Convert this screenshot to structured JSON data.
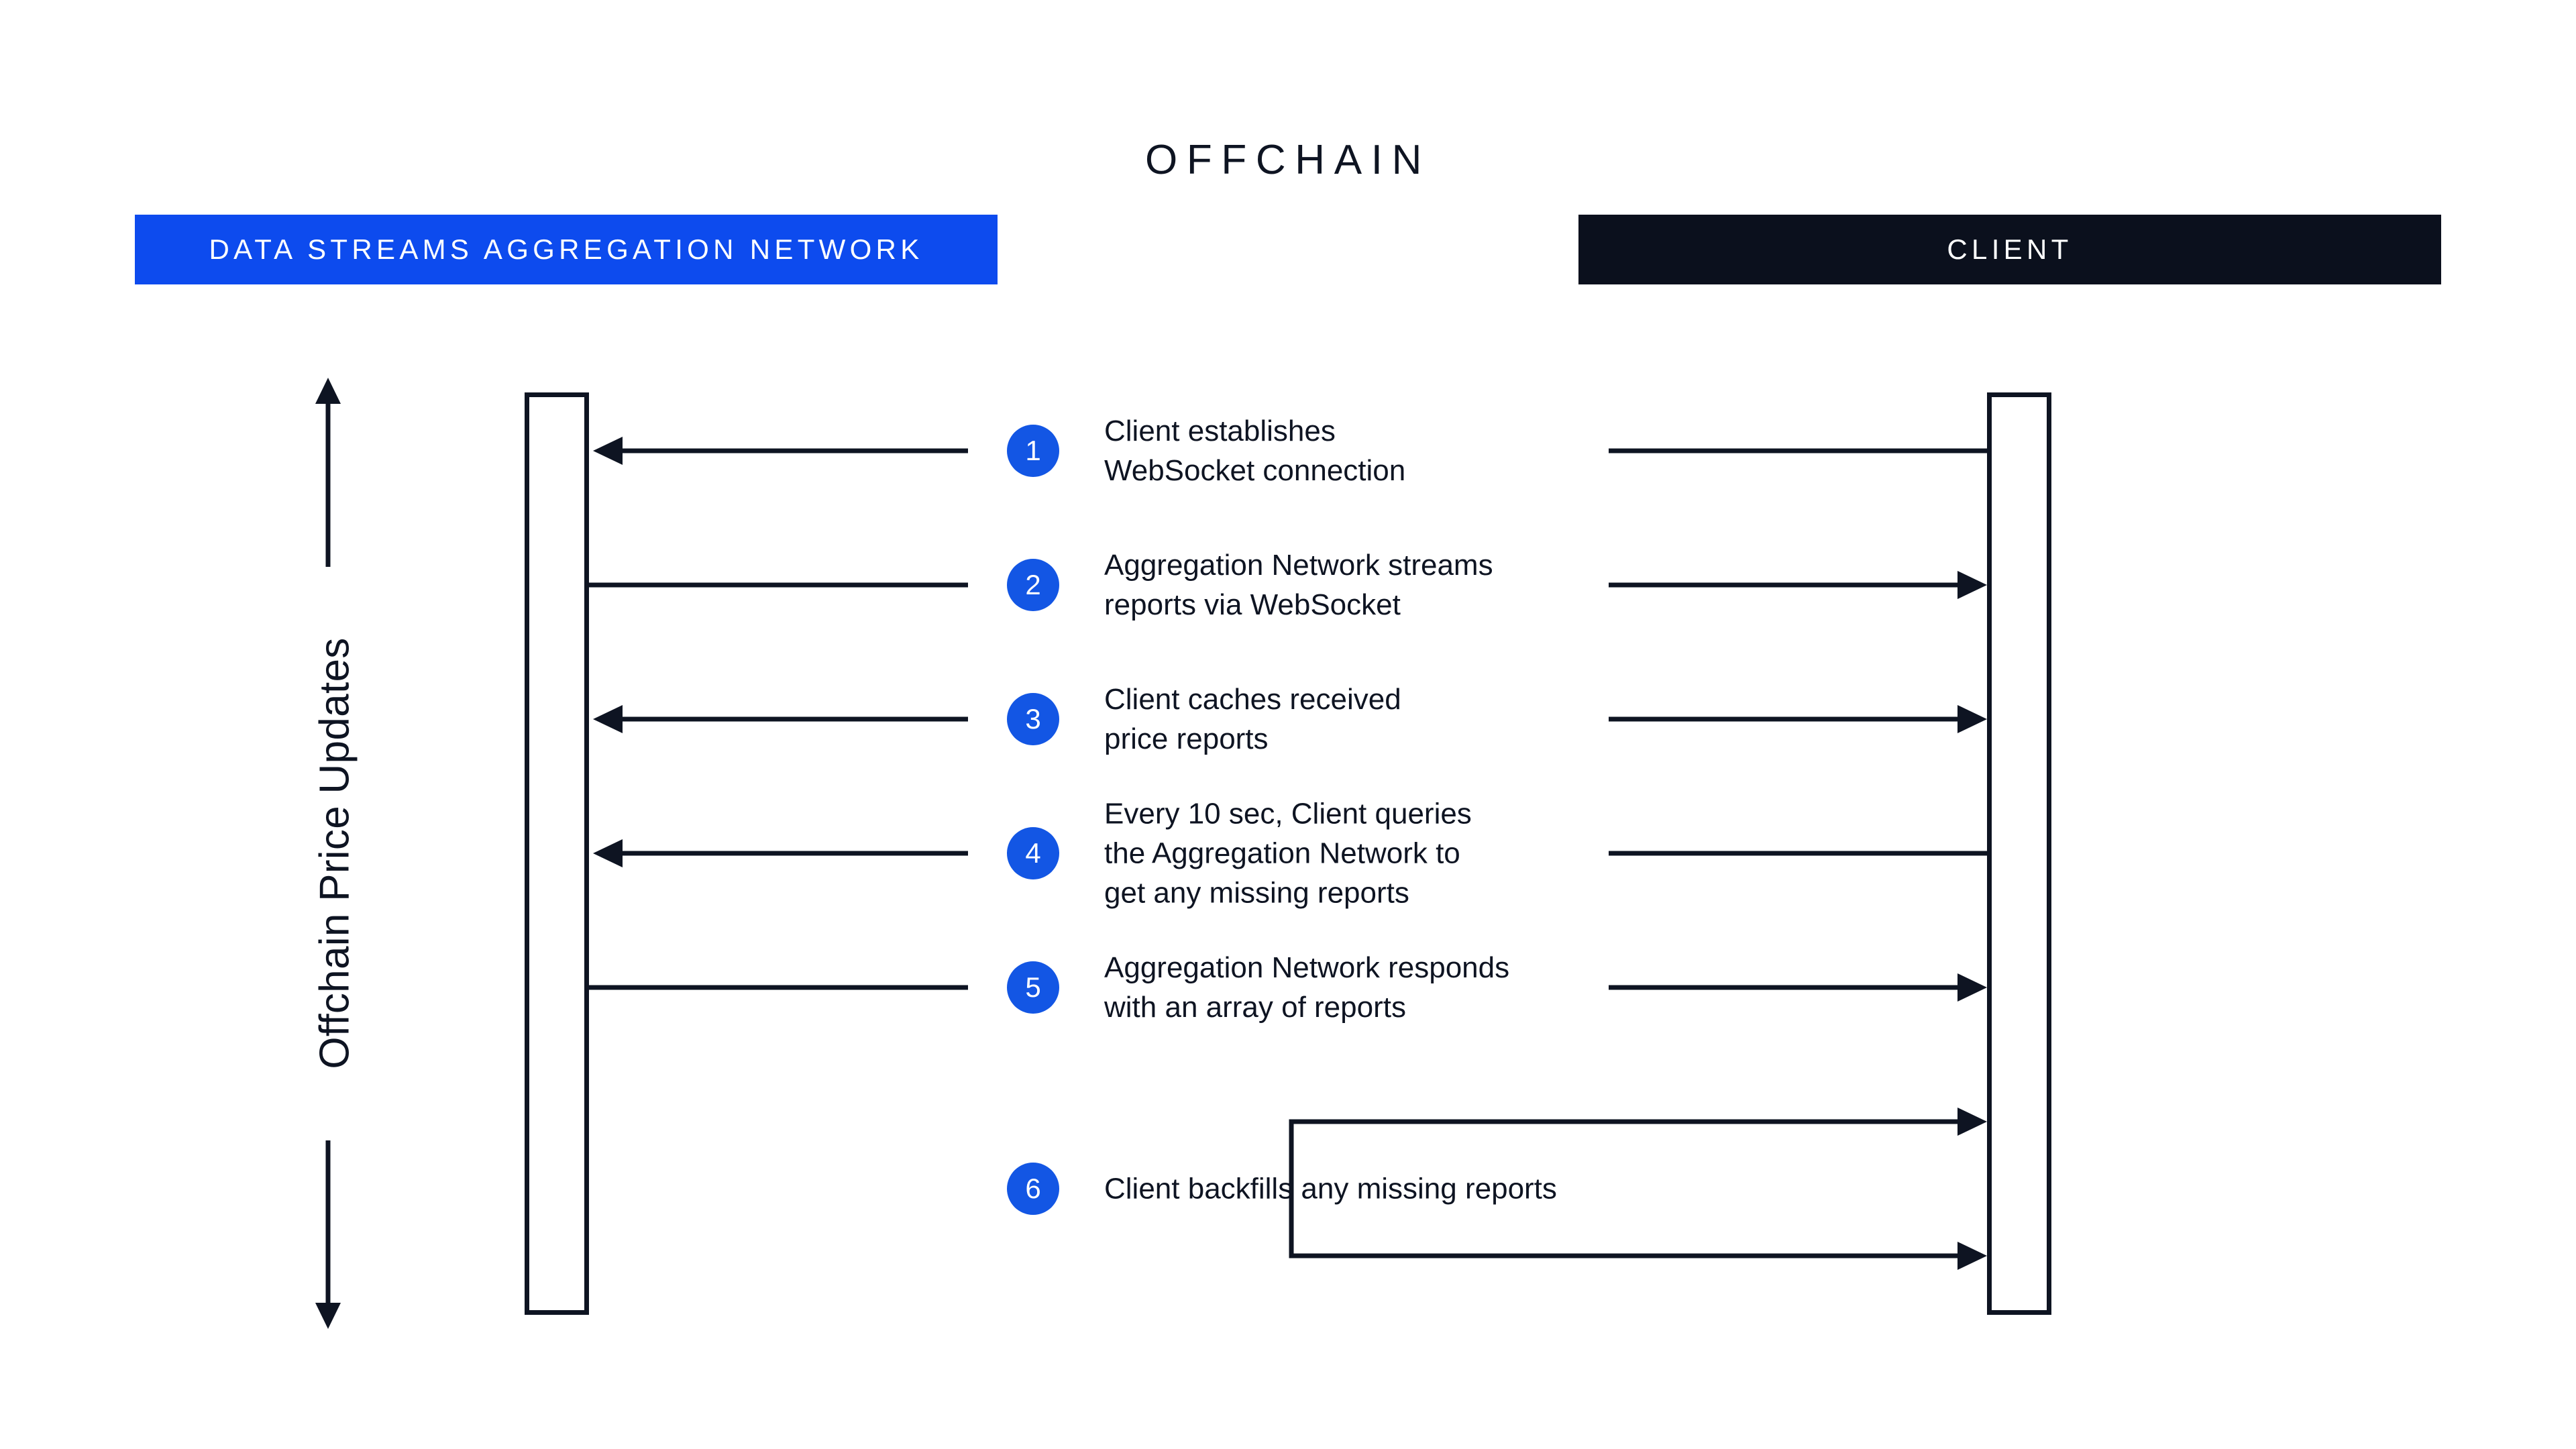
{
  "title": "OFFCHAIN",
  "actors": {
    "left": {
      "label": "DATA STREAMS AGGREGATION NETWORK"
    },
    "right": {
      "label": "CLIENT"
    }
  },
  "axis_label": "Offchain Price Updates",
  "steps": [
    {
      "number": "1",
      "lines": [
        "Client establishes",
        "WebSocket connection"
      ],
      "arrow": "client-to-network"
    },
    {
      "number": "2",
      "lines": [
        "Aggregation Network streams",
        "reports via WebSocket"
      ],
      "arrow": "network-to-client"
    },
    {
      "number": "3",
      "lines": [
        "Client caches received",
        "price reports"
      ],
      "arrow": "both-directions"
    },
    {
      "number": "4",
      "lines": [
        "Every 10 sec, Client queries",
        "the Aggregation Network to",
        "get any missing reports"
      ],
      "arrow": "client-to-network"
    },
    {
      "number": "5",
      "lines": [
        "Aggregation Network responds",
        "with an array of reports"
      ],
      "arrow": "network-to-client"
    },
    {
      "number": "6",
      "lines": [
        "Client backfills any missing reports"
      ],
      "arrow": "into-client-pair"
    }
  ],
  "theme": {
    "ink": "#0e1422",
    "header-blue": "#0d4bee",
    "circle-blue": "#1356e4",
    "client-bg": "#0b101d",
    "paper": "#ffffff"
  }
}
